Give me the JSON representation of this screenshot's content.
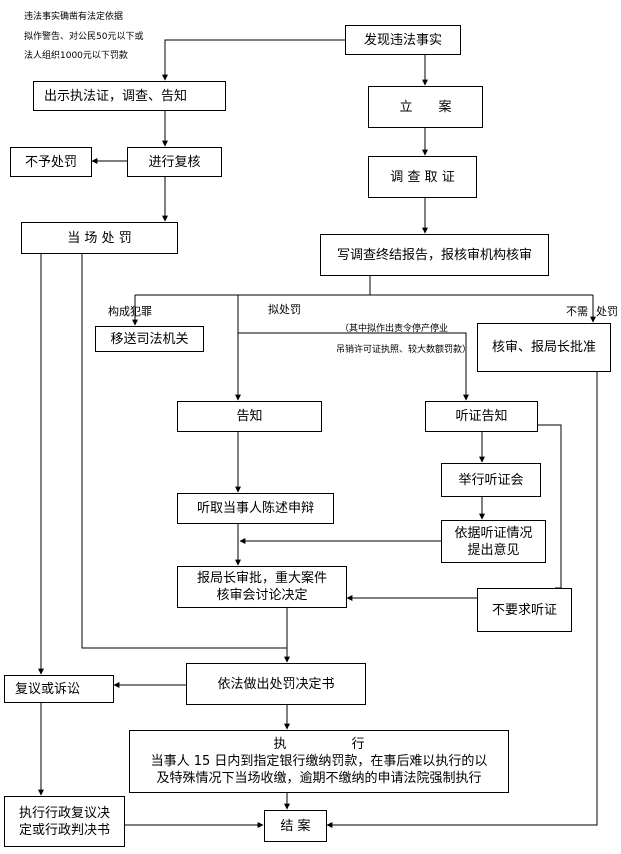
{
  "notes": {
    "topleft_1": "违法事实确凿有法定依据",
    "topleft_2": "拟作警告、对公民50元以下或",
    "topleft_3": "法人组织1000元以下罚款",
    "middle_1": "（其中拟作出责令停产停业",
    "middle_2": "吊销许可证执照、较大数额罚款）"
  },
  "nodes": {
    "discover": "发现违法事实",
    "show_cert": "出示执法证，调查、告知",
    "register": "立　　案",
    "no_penalty": "不予处罚",
    "review": "进行复核",
    "investigate": "调 查 取 证",
    "onsite_penalty": "当 场 处 罚",
    "report": "写调查终结报告，报核审机构核审",
    "transfer": "移送司法机关",
    "approve_director": "核审、报局长批准",
    "inform": "告知",
    "hearing_notice": "听证告知",
    "hold_hearing": "举行听证会",
    "listen_defense": "听取当事人陈述申辩",
    "hearing_opinion_1": "依据听证情况",
    "hearing_opinion_2": "提出意见",
    "director_approval_1": "报局长审批，重大案件",
    "director_approval_2": "核审会讨论决定",
    "no_hearing": "不要求听证",
    "reconsider": "复议或诉讼",
    "decision": "依法做出处罚决定书",
    "execute_title": "执　　　　　行",
    "execute_1": "当事人 15 日内到指定银行缴纳罚款，在事后难以执行的以",
    "execute_2": "及特殊情况下当场收缴，逾期不缴纳的申请法院强制执行",
    "admin_decision_1": "执行行政复议决",
    "admin_decision_2": "定或行政判决书",
    "close_case": "结 案"
  },
  "edge_labels": {
    "crime": "构成犯罪",
    "intend_penalty": "拟处罚",
    "no_need": "不需",
    "penalty": "处罚"
  }
}
